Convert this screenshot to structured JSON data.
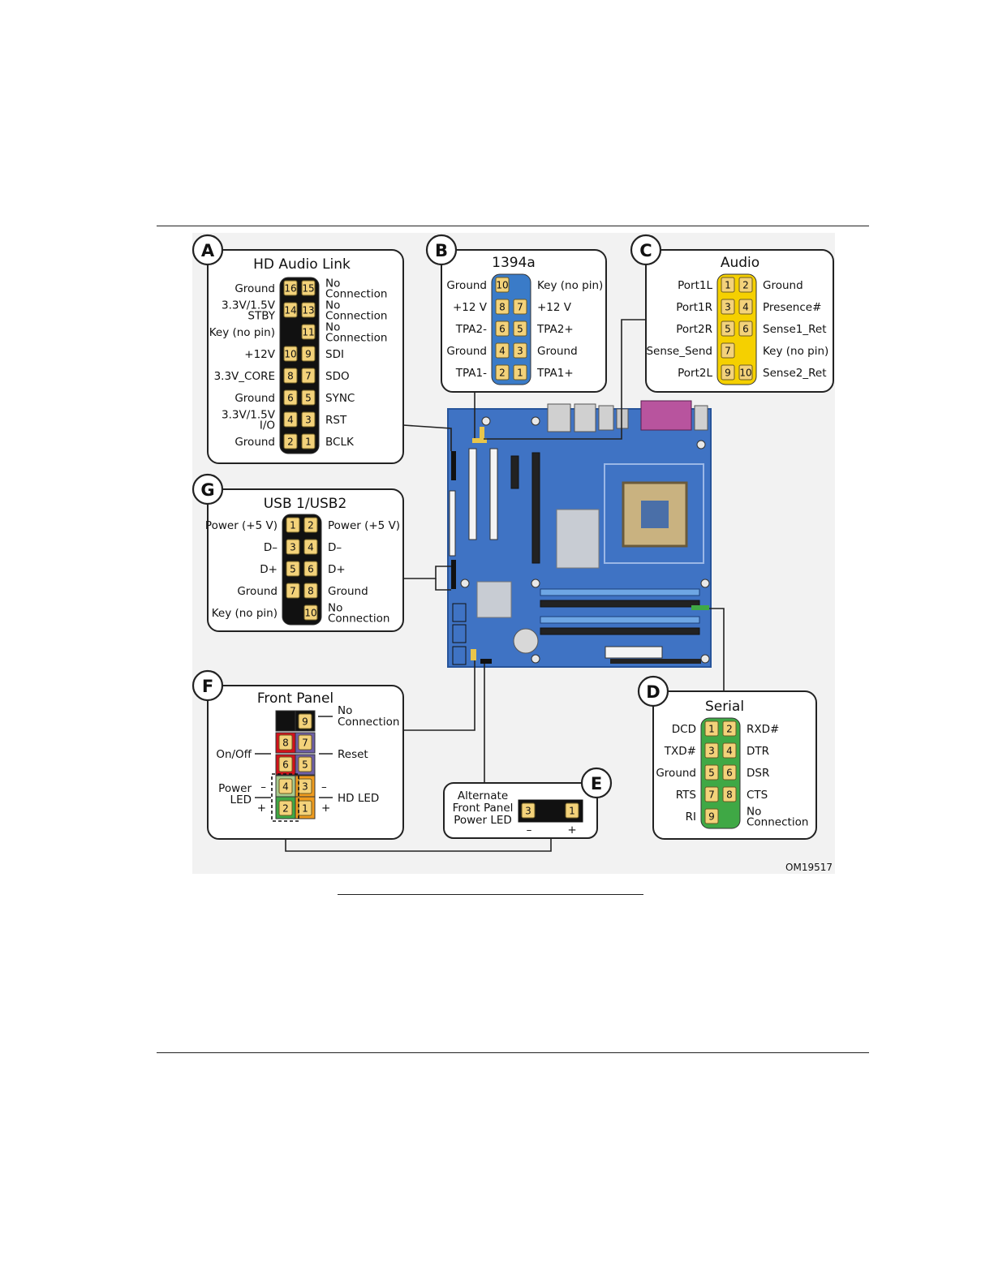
{
  "figure_id": "OM19517",
  "colors": {
    "board": "#3f73c4",
    "board_dark": "#27549a",
    "pin_face": "#f3d27a",
    "hd_audio_body": "#111111",
    "ieee1394_body": "#3a7bc8",
    "audio_body": "#f5d000",
    "usb_body": "#111111",
    "serial_body": "#3fa845",
    "fp_black": "#111111",
    "fp_red": "#d4111b",
    "fp_purple": "#6e5fa6",
    "fp_green_light": "#a6c98d",
    "fp_green": "#3fa845",
    "fp_orange": "#ef9b1e",
    "alt_led_body": "#111111"
  },
  "connectors": {
    "A": {
      "badge": "A",
      "title": "HD Audio Link",
      "rows": [
        {
          "left": "Ground",
          "pins": [
            "16",
            "15"
          ],
          "right": [
            "No",
            "Connection"
          ]
        },
        {
          "left": [
            "3.3V/1.5V",
            "STBY"
          ],
          "pins": [
            "14",
            "13"
          ],
          "right": [
            "No",
            "Connection"
          ]
        },
        {
          "left": "Key (no pin)",
          "pins": [
            "",
            "11"
          ],
          "right": [
            "No",
            "Connection"
          ]
        },
        {
          "left": "+12V",
          "pins": [
            "10",
            "9"
          ],
          "right": "SDI"
        },
        {
          "left": "3.3V_CORE",
          "pins": [
            "8",
            "7"
          ],
          "right": "SDO"
        },
        {
          "left": "Ground",
          "pins": [
            "6",
            "5"
          ],
          "right": "SYNC"
        },
        {
          "left": [
            "3.3V/1.5V",
            "I/O"
          ],
          "pins": [
            "4",
            "3"
          ],
          "right": "RST"
        },
        {
          "left": "Ground",
          "pins": [
            "2",
            "1"
          ],
          "right": "BCLK"
        }
      ]
    },
    "B": {
      "badge": "B",
      "title": "1394a",
      "rows": [
        {
          "left": "Ground",
          "pins": [
            "10",
            ""
          ],
          "right": "Key (no pin)"
        },
        {
          "left": "+12 V",
          "pins": [
            "8",
            "7"
          ],
          "right": "+12 V"
        },
        {
          "left": "TPA2-",
          "pins": [
            "6",
            "5"
          ],
          "right": "TPA2+"
        },
        {
          "left": "Ground",
          "pins": [
            "4",
            "3"
          ],
          "right": "Ground"
        },
        {
          "left": "TPA1-",
          "pins": [
            "2",
            "1"
          ],
          "right": "TPA1+"
        }
      ]
    },
    "C": {
      "badge": "C",
      "title": "Audio",
      "rows": [
        {
          "left": "Port1L",
          "pins": [
            "1",
            "2"
          ],
          "right": "Ground"
        },
        {
          "left": "Port1R",
          "pins": [
            "3",
            "4"
          ],
          "right": "Presence#"
        },
        {
          "left": "Port2R",
          "pins": [
            "5",
            "6"
          ],
          "right": "Sense1_Ret"
        },
        {
          "left": "Sense_Send",
          "pins": [
            "7",
            ""
          ],
          "right": "Key (no pin)"
        },
        {
          "left": "Port2L",
          "pins": [
            "9",
            "10"
          ],
          "right": "Sense2_Ret"
        }
      ]
    },
    "G": {
      "badge": "G",
      "title": "USB 1/USB2",
      "rows": [
        {
          "left": "Power (+5 V)",
          "pins": [
            "1",
            "2"
          ],
          "right": "Power (+5 V)"
        },
        {
          "left": "D–",
          "pins": [
            "3",
            "4"
          ],
          "right": "D–"
        },
        {
          "left": "D+",
          "pins": [
            "5",
            "6"
          ],
          "right": "D+"
        },
        {
          "left": "Ground",
          "pins": [
            "7",
            "8"
          ],
          "right": "Ground"
        },
        {
          "left": "Key (no pin)",
          "pins": [
            "",
            "10"
          ],
          "right": [
            "No",
            "Connection"
          ]
        }
      ]
    },
    "D": {
      "badge": "D",
      "title": "Serial",
      "rows": [
        {
          "left": "DCD",
          "pins": [
            "1",
            "2"
          ],
          "right": "RXD#"
        },
        {
          "left": "TXD#",
          "pins": [
            "3",
            "4"
          ],
          "right": "DTR"
        },
        {
          "left": "Ground",
          "pins": [
            "5",
            "6"
          ],
          "right": "DSR"
        },
        {
          "left": "RTS",
          "pins": [
            "7",
            "8"
          ],
          "right": "CTS"
        },
        {
          "left": "RI",
          "pins": [
            "9",
            ""
          ],
          "right": [
            "No",
            "Connection"
          ]
        }
      ]
    },
    "F": {
      "badge": "F",
      "title": "Front Panel",
      "pins": [
        "9",
        "8",
        "7",
        "6",
        "5",
        "4",
        "3",
        "2",
        "1"
      ],
      "labels": {
        "no_connection": [
          "No",
          "Connection"
        ],
        "on_off": "On/Off",
        "reset": "Reset",
        "power_led": [
          "Power",
          "LED"
        ],
        "hd_led": "HD LED",
        "minus": "–",
        "plus": "+"
      }
    },
    "E": {
      "badge": "E",
      "title": [
        "Alternate",
        "Front Panel",
        "Power LED"
      ],
      "pins": [
        "3",
        "1"
      ],
      "minus": "–",
      "plus": "+"
    }
  }
}
